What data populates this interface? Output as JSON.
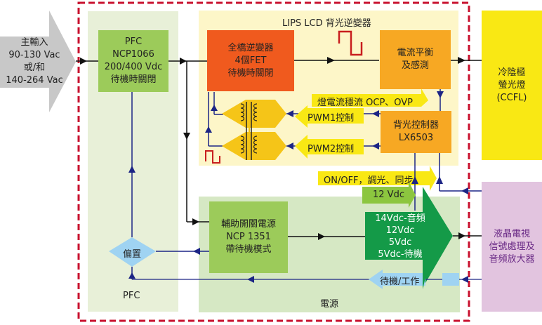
{
  "input": {
    "label": "主輸入\n90-130 Vac\n或/和\n140-264 Vac"
  },
  "pfc_region": {
    "label": "PFC"
  },
  "pfc_block": {
    "label": "PFC\nNCP1066\n200/400 Vdc\n待機時關閉"
  },
  "lips_region": {
    "label": "LIPS LCD 背光逆變器"
  },
  "full_bridge": {
    "label": "全橋逆變器\n4個FET\n待機時關閉"
  },
  "current_balance": {
    "label": "電流平衡\n及感測"
  },
  "backlight_ctrl": {
    "label": "背光控制器\nLX6503"
  },
  "lamp_feedback": {
    "label": "燈電流穩流 OCP、OVP"
  },
  "pwm1": {
    "label": "PWM1控制"
  },
  "pwm2": {
    "label": "PWM2控制"
  },
  "ccfl": {
    "label": "冷陰極\n螢光燈\n(CCFL)"
  },
  "onoff": {
    "label": "ON/OFF，調光、同步"
  },
  "v12": {
    "label": "12 Vdc"
  },
  "outputs": {
    "label": "14Vdc-音頻\n12Vdc\n5Vdc\n5Vdc-待機"
  },
  "aux_psu": {
    "label": "輔助開關電源\nNCP 1351\n帶待機模式"
  },
  "bias": {
    "label": "偏置"
  },
  "standby": {
    "label": "待機/工作"
  },
  "power_region": {
    "label": "電源"
  },
  "lcd_tv": {
    "label": "液晶電視\n信號處理及\n音頻放大器"
  },
  "colors": {
    "dashed_border": "#c8102e",
    "pfc_green": "#9ccb5a",
    "region_green": "#e8f0d8",
    "power_region": "#d6e8c4",
    "lips_bg": "#fdf6c8",
    "orange_red": "#f05a1e",
    "orange": "#f7a823",
    "yellow": "#f9e814",
    "dark_green": "#149a48",
    "lavender": "#e2c4df",
    "light_blue": "#9fd3f2",
    "navy": "#1c2585"
  }
}
